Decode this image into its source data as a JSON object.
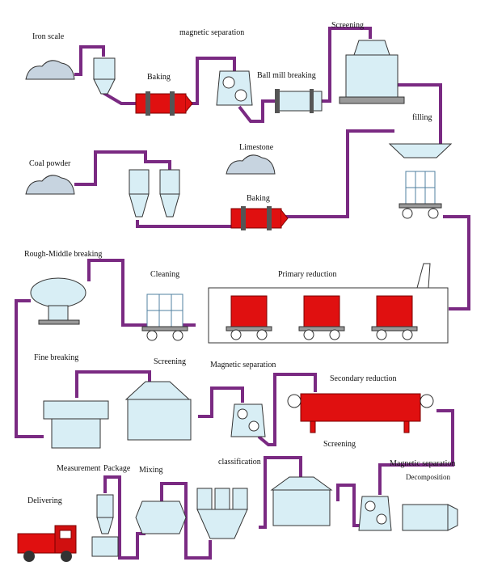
{
  "labels": {
    "iron_scale": "Iron scale",
    "magnetic_separation_1": "magnetic separation",
    "screening_1": "Screening",
    "baking_1": "Baking",
    "ball_mill_breaking": "Ball mill breaking",
    "filling": "filling",
    "coal_powder": "Coal powder",
    "limestone": "Limestone",
    "baking_2": "Baking",
    "rough_middle_breaking": "Rough-Middle breaking",
    "cleaning": "Cleaning",
    "primary_reduction": "Primary reduction",
    "fine_breaking": "Fine breaking",
    "screening_2": "Screening",
    "magnetic_separation_2": "Magnetic separation",
    "secondary_reduction": "Secondary reduction",
    "screening_3": "Screening",
    "measurement": "Measurement",
    "package": "Package",
    "mixing": "Mixing",
    "classification": "classification",
    "magnetic_separation_3": "Magnetic separation",
    "decomposition": "Decomposition",
    "delivering": "Delivering"
  },
  "colors": {
    "pipe": "#7a2a82",
    "equipment": "#d8eef5",
    "furnace": "#e01010",
    "pile": "#c7d4e0"
  }
}
